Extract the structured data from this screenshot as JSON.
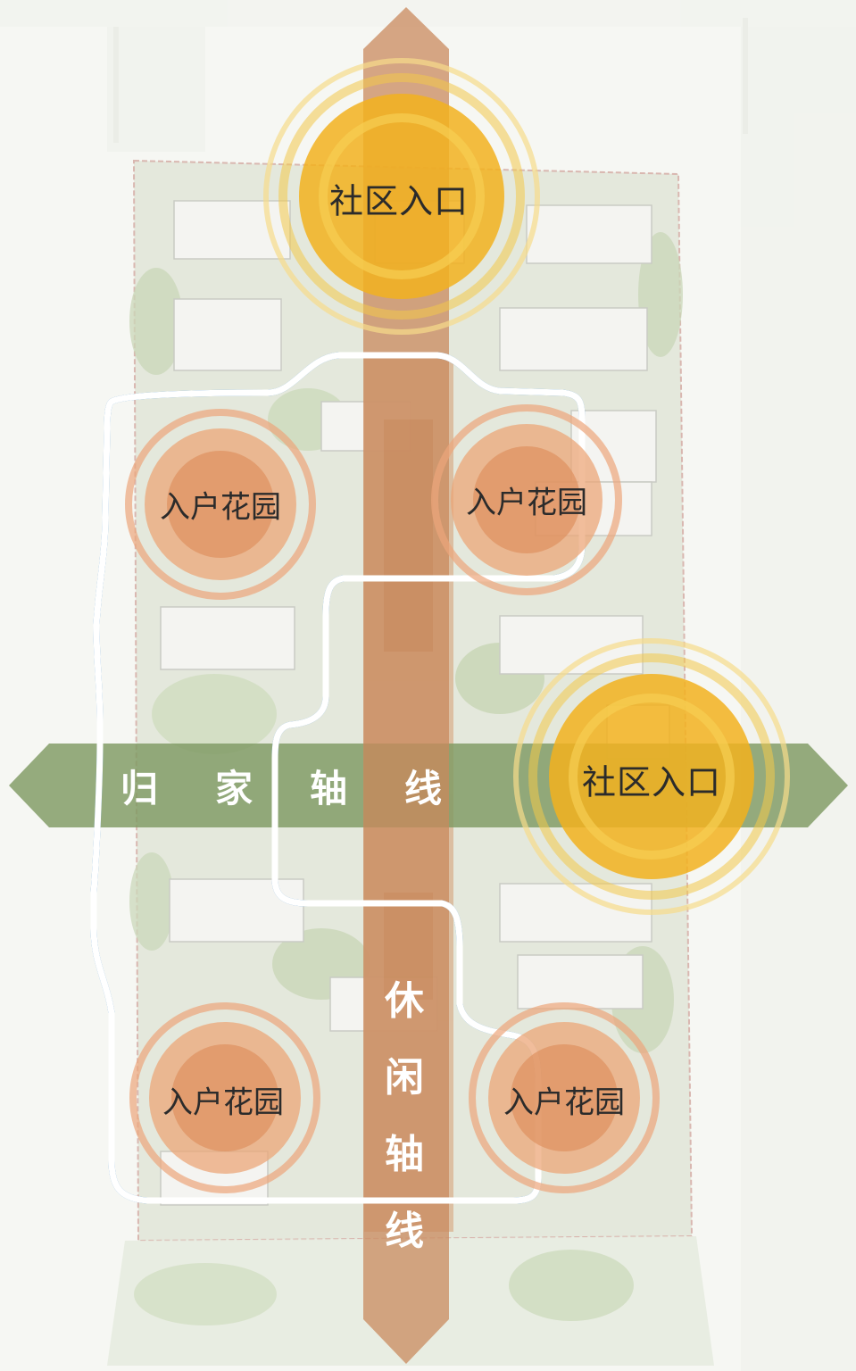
{
  "entrances": {
    "top": "社区入口",
    "right": "社区入口"
  },
  "gardens": {
    "upper_left": "入户花园",
    "upper_right": "入户花园",
    "lower_left": "入户花园",
    "lower_right": "入户花园"
  },
  "axes": {
    "home_axis": [
      "归",
      "家",
      "轴",
      "线"
    ],
    "leisure_axis": [
      "休",
      "闲",
      "轴",
      "线"
    ]
  },
  "colors": {
    "leisure_axis": "#c98a5e",
    "home_axis": "#7f9a63",
    "entrance_gold": "#f2b21f",
    "garden_orange": "#e39a68",
    "loop_path": "#2f7fc6"
  }
}
